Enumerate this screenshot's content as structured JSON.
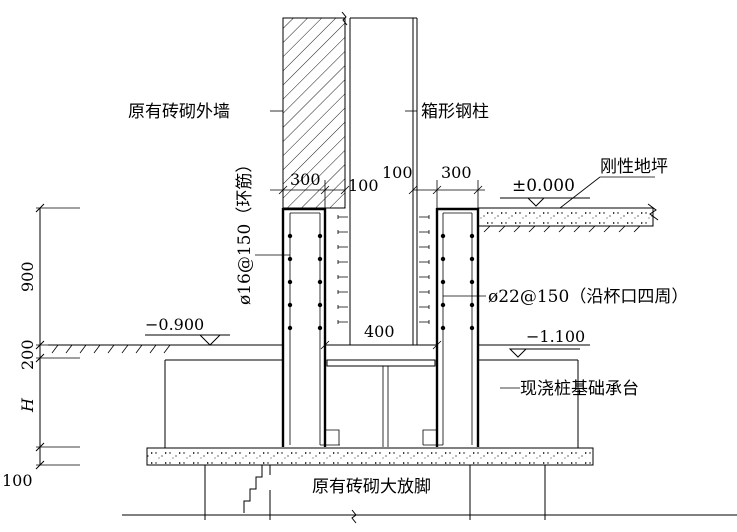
{
  "labels": {
    "existing_wall": "原有砖砌外墙",
    "box_column": "箱形钢柱",
    "rigid_floor": "刚性地坪",
    "ring_bar": "ø16@150（环筋）",
    "cup_bar": "ø22@150（沿杯口四周）",
    "pile_cap": "现浇桩基础承台",
    "existing_footing": "原有砖砌大放脚"
  },
  "elevations": {
    "floor": "±0.000",
    "left_ground": "−0.900",
    "right_ground": "−1.100"
  },
  "dimensions": {
    "left_wall_width": "300",
    "left_gap": "100",
    "right_gap": "100",
    "right_wall_width": "300",
    "column_width": "400",
    "vertical_900": "900",
    "vertical_200": "200",
    "vertical_h": "H",
    "vertical_100": "100"
  }
}
